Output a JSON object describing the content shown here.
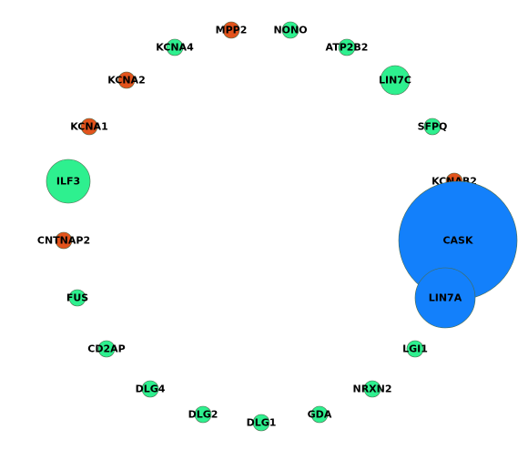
{
  "colors": {
    "green": "#2ef08f",
    "orange": "#e2531c",
    "blue": "#1380fb",
    "stroke": "#4a6a4a"
  },
  "nodes": [
    {
      "label": "MPP2",
      "color": "orange"
    },
    {
      "label": "NONO",
      "color": "green"
    },
    {
      "label": "KCNA4",
      "color": "green"
    },
    {
      "label": "ATP2B2",
      "color": "green"
    },
    {
      "label": "KCNA2",
      "color": "orange"
    },
    {
      "label": "LIN7C",
      "color": "green"
    },
    {
      "label": "KCNA1",
      "color": "orange"
    },
    {
      "label": "SFPQ",
      "color": "green"
    },
    {
      "label": "ILF3",
      "color": "green"
    },
    {
      "label": "KCNAB2",
      "color": "orange"
    },
    {
      "label": "CASK",
      "color": "blue"
    },
    {
      "label": "CNTNAP2",
      "color": "orange"
    },
    {
      "label": "FUS",
      "color": "green"
    },
    {
      "label": "LIN7A",
      "color": "blue"
    },
    {
      "label": "CD2AP",
      "color": "green"
    },
    {
      "label": "LGI1",
      "color": "green"
    },
    {
      "label": "DLG4",
      "color": "green"
    },
    {
      "label": "NRXN2",
      "color": "green"
    },
    {
      "label": "DLG2",
      "color": "green"
    },
    {
      "label": "GDA",
      "color": "green"
    },
    {
      "label": "DLG1",
      "color": "green"
    }
  ]
}
